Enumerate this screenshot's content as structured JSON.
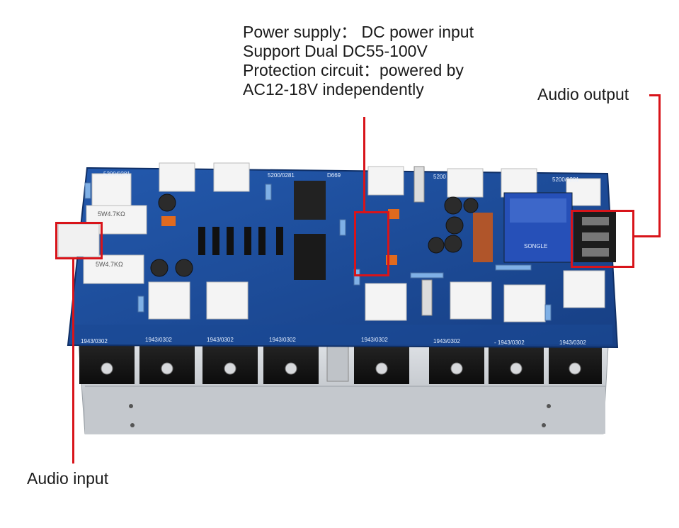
{
  "captions": {
    "power_supply": "Power supply： DC power input",
    "dual": "Support Dual DC55-100V",
    "protection": "Protection circuit：powered by",
    "ac": "AC12-18V independently",
    "audio_output": "Audio output",
    "audio_input": "Audio input"
  },
  "board_silk": {
    "top_left": "5200/0281",
    "top_mid": "5200/0281",
    "top_d": "D669",
    "top_right1": "5200",
    "top_right2": "5200/0281",
    "bottom": [
      "1943/0302",
      "1943/0302",
      "1943/0302",
      "1943/0302",
      "1943/0302",
      "1943/0302",
      "- 1943/0302",
      "1943/0302"
    ],
    "resistor_1": "5W4.7KΩ",
    "resistor_2": "5W4.7KΩ",
    "relay_brand": "SONGLE"
  },
  "colors": {
    "callout": "#d8141a",
    "pcb": "#1d4e9c",
    "heatsink": "#c9cdd2"
  }
}
